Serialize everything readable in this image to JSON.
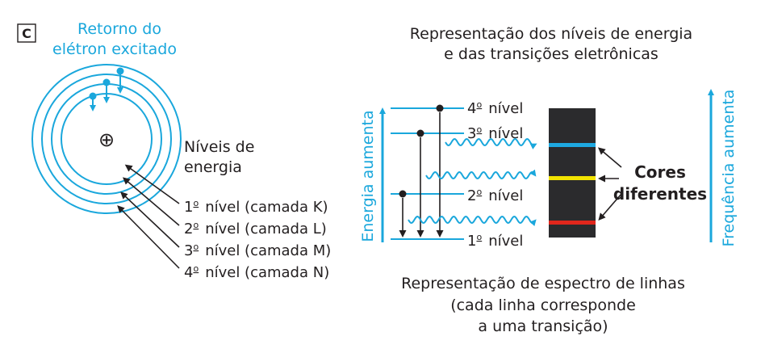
{
  "panel_label": "C",
  "colors": {
    "cyan": "#1AA7DC",
    "black": "#231F20",
    "spectrum_bg": "#2B2B2D",
    "line_blue": "#1EA9E1",
    "line_yellow": "#F2E300",
    "line_red": "#E1261C"
  },
  "atom": {
    "return_title_line1": "Retorno do",
    "return_title_line2": "elétron excitado",
    "nucleus_symbol": "⊕",
    "levels_title_line1": "Níveis de",
    "levels_title_line2": "energia",
    "level_labels": [
      {
        "num": "1",
        "text": "nível (camada K)"
      },
      {
        "num": "2",
        "text": "nível (camada L)"
      },
      {
        "num": "3",
        "text": "nível (camada M)"
      },
      {
        "num": "4",
        "text": "nível (camada N)"
      }
    ]
  },
  "energy": {
    "title_line1": "Representação dos níveis de energia",
    "title_line2": "e das transições eletrônicas",
    "level_labels": [
      {
        "num": "4",
        "text": "nível"
      },
      {
        "num": "3",
        "text": "nível"
      },
      {
        "num": "2",
        "text": "nível"
      },
      {
        "num": "1",
        "text": "nível"
      }
    ],
    "axis_left": "Energia aumenta",
    "axis_right": "Frequência aumenta",
    "colors_label_line1": "Cores",
    "colors_label_line2": "diferentes",
    "ordinal_mark": "o"
  },
  "spectrum": {
    "caption_line1": "Representação de espectro de linhas",
    "caption_line2": "(cada linha corresponde",
    "caption_line3": "a uma transição)"
  }
}
